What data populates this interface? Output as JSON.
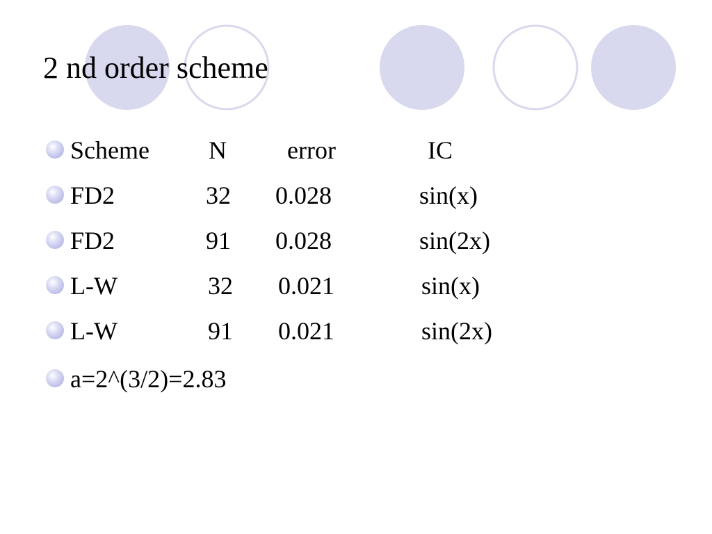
{
  "slide": {
    "title": "2 nd order scheme",
    "colors": {
      "circle_fill": "#d8d8ee",
      "circle_stroke": "#d8d8ee",
      "bullet": "#b9bbe6",
      "text": "#000000"
    },
    "table": {
      "header": [
        "Scheme",
        "N",
        "error",
        "IC"
      ],
      "rows": [
        [
          "FD2",
          "32",
          "0.028",
          "sin(x)"
        ],
        [
          "FD2",
          "91",
          "0.028",
          "sin(2x)"
        ],
        [
          "L-W",
          "32",
          "0.021",
          "sin(x)"
        ],
        [
          "L-W",
          "91",
          "0.021",
          "sin(2x)"
        ]
      ]
    },
    "note": "a=2^(3/2)=2.83"
  }
}
